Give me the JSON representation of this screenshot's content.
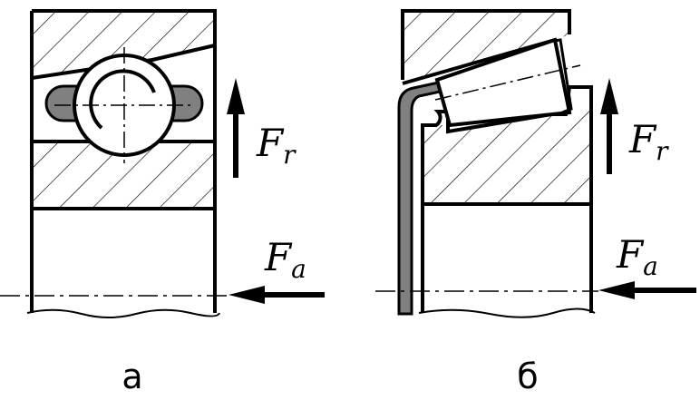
{
  "figure_a": {
    "caption": "а",
    "radial_force": {
      "symbol": "F",
      "subscript": "r"
    },
    "axial_force": {
      "symbol": "F",
      "subscript": "a"
    }
  },
  "figure_b": {
    "caption": "б",
    "radial_force": {
      "symbol": "F",
      "subscript": "r"
    },
    "axial_force": {
      "symbol": "F",
      "subscript": "a"
    }
  },
  "colors": {
    "ink": "#000000",
    "fill_grey": "#808080",
    "background": "#ffffff"
  }
}
